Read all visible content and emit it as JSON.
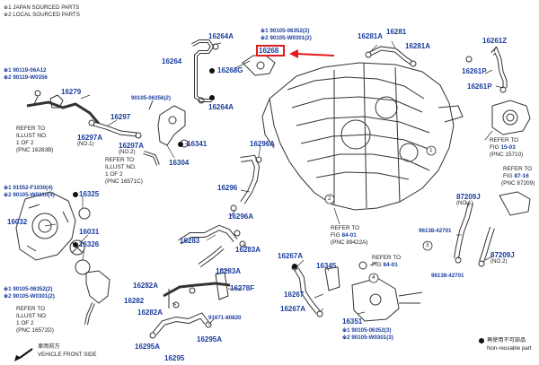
{
  "notes": {
    "n1": "※1 JAPAN SOURCED PARTS",
    "n2": "※2 LOCAL SOURCED PARTS"
  },
  "parts": {
    "p16264A_top": "16264A",
    "p16264": "16264",
    "p16268G": "16268G",
    "p16268": "16268",
    "p16264A_bot": "16264A",
    "p16281A_l": "16281A",
    "p16281": "16281",
    "p16281A_r": "16281A",
    "p16261Z": "16261Z",
    "p16261P": "16261P",
    "p16261P_b": "16261P",
    "p16279": "16279",
    "p16297A": "16297A",
    "p16297": "16297",
    "p16297A_b": "16297A",
    "p16304": "16304",
    "p16341": "16341",
    "p16296A": "16296A",
    "p16296": "16296",
    "p16296A_b": "16296A",
    "p16325": "16325",
    "p16032": "16032",
    "p16031": "16031",
    "p16326": "16326",
    "p16283": "16283",
    "p16283A_a": "16283A",
    "p16283A_b": "16283A",
    "p16282A": "16282A",
    "p16282": "16282",
    "p16282A_b": "16282A",
    "p16278F": "16278F",
    "p16295A": "16295A",
    "p16295A_b": "16295A",
    "p16295": "16295",
    "p16267A": "16267A",
    "p16345": "16345",
    "p16267": "16267",
    "p16267A_b": "16267A",
    "p16351": "16351",
    "p87209J": "87209J",
    "p87209J_b": "87209J"
  },
  "codes": {
    "c90105_06352a": "※1 90105-06352(2)",
    "c90105_W0301a": "※2 90105-W0301(2)",
    "c90119_06A12": "※1 90119-06A12",
    "c90119_W0356": "※2 90119-W0356",
    "c90105_06356": "90105-06356(2)",
    "c91552_F1030": "※1 91552-F1030(4)",
    "c90105_W0310": "※2 90105-W0310(4)",
    "c90105_06352b": "※1 90105-06352(2)",
    "c90105_W0301b": "※2 90105-W0301(2)",
    "c91671_80820": "91671-80820",
    "c96138_42701a": "96138-42701",
    "c96138_42701b": "96138-42701",
    "c90105_06352c": "※1 90105-06352(3)",
    "c90105_W0301c": "※2 90105-W0301(3)"
  },
  "qty": {
    "q1": "(NO.1)",
    "q2": "(NO.2)",
    "q3": "(NO.1)",
    "q4": "(NO.2)"
  },
  "refs": {
    "r1_l1": "REFER TO",
    "r1_l2": "ILLUST NO.",
    "r1_l3": "1 OF 2",
    "r1_l4": "(PNC 16283B)",
    "r2_l1": "REFER TO",
    "r2_l2": "ILLUST NO.",
    "r2_l3": "1 OF 2",
    "r2_l4": "(PNC 16571C)",
    "r3_l1": "REFER TO",
    "r3_l2": "ILLUST NO.",
    "r3_l3": "1 OF 2",
    "r3_l4": "(PNC 16572D)",
    "r4_l1": "REFER TO",
    "r4_fig": "FIG",
    "r4_num": "15-03",
    "r4_pnc": "(PNC 15710)",
    "r5_l1": "REFER TO",
    "r5_fig": "FIG",
    "r5_num": "87-16",
    "r5_pnc": "(PNC 87209)",
    "r6_l1": "REFER TO",
    "r6_fig": "FIG",
    "r6_num": "84-01",
    "r6_pnc": "(PNC 89422A)",
    "r7_l1": "REFER TO",
    "r7_fig": "FIG",
    "r7_num": "84-01"
  },
  "callouts": [
    "1",
    "2",
    "3",
    "4"
  ],
  "legend": {
    "front_jp": "車両前方",
    "front_en": "VEHICLE FRONT SIDE",
    "nr_jp": "再使用不可部品",
    "nr_en": "Non-reusable part"
  },
  "colors": {
    "part_number": "#1a3d9e",
    "highlight": "#e21b1b",
    "line_art": "#333333"
  }
}
